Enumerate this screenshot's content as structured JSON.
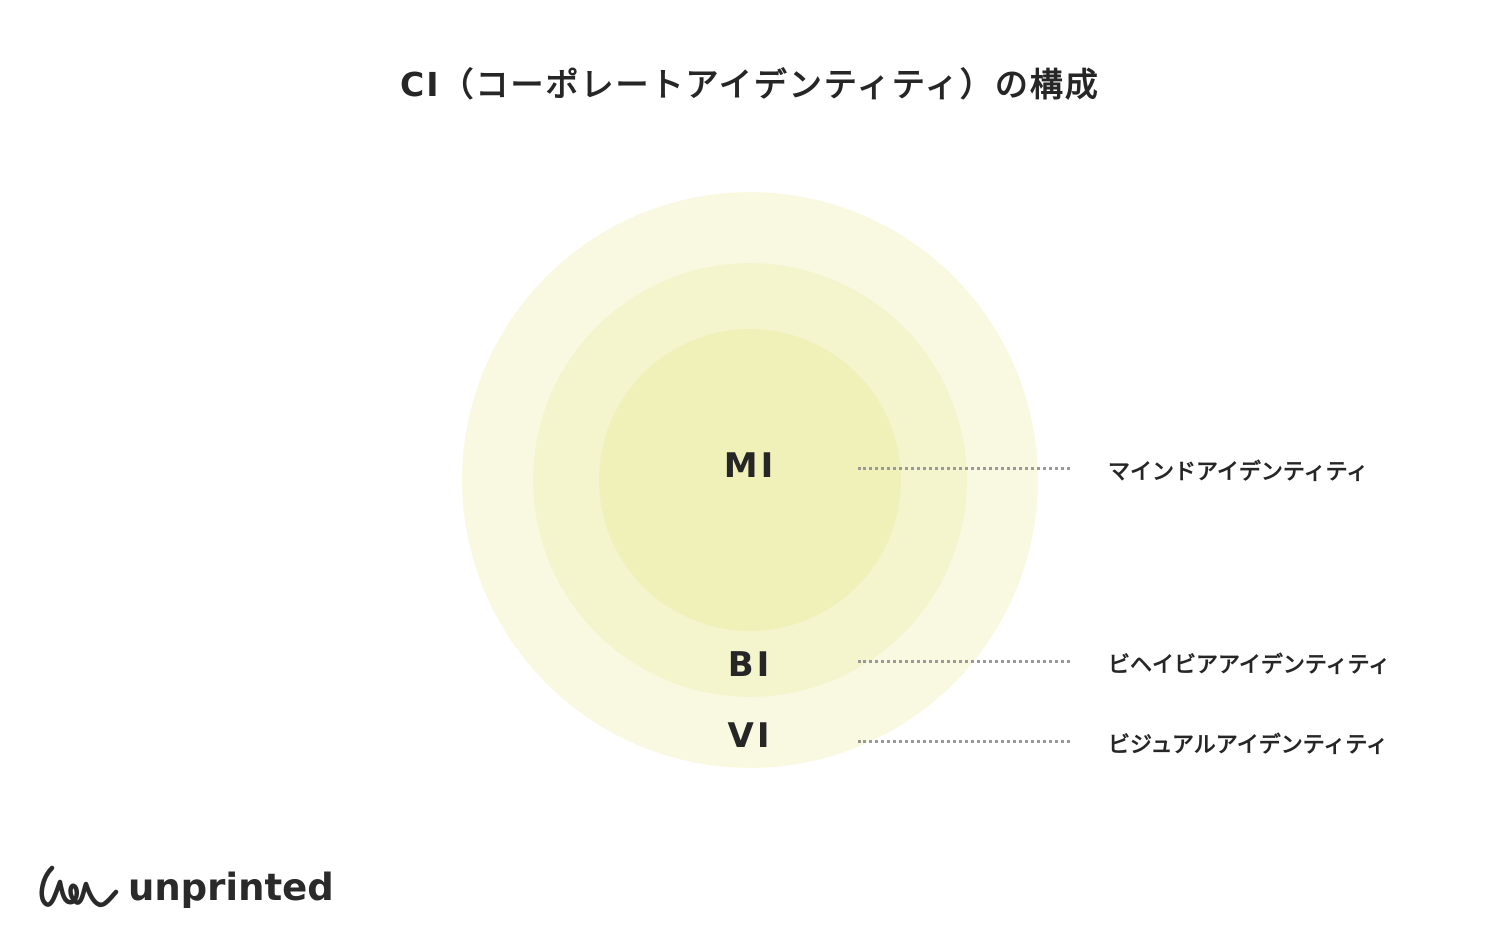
{
  "title": "CI（コーポレートアイデンティティ）の構成",
  "layers": [
    {
      "abbr": "MI",
      "name": "マインドアイデンティティ"
    },
    {
      "abbr": "BI",
      "name": "ビヘイビアアイデンティティ"
    },
    {
      "abbr": "VI",
      "name": "ビジュアルアイデンティティ"
    }
  ],
  "logo": {
    "text": "unprinted"
  }
}
